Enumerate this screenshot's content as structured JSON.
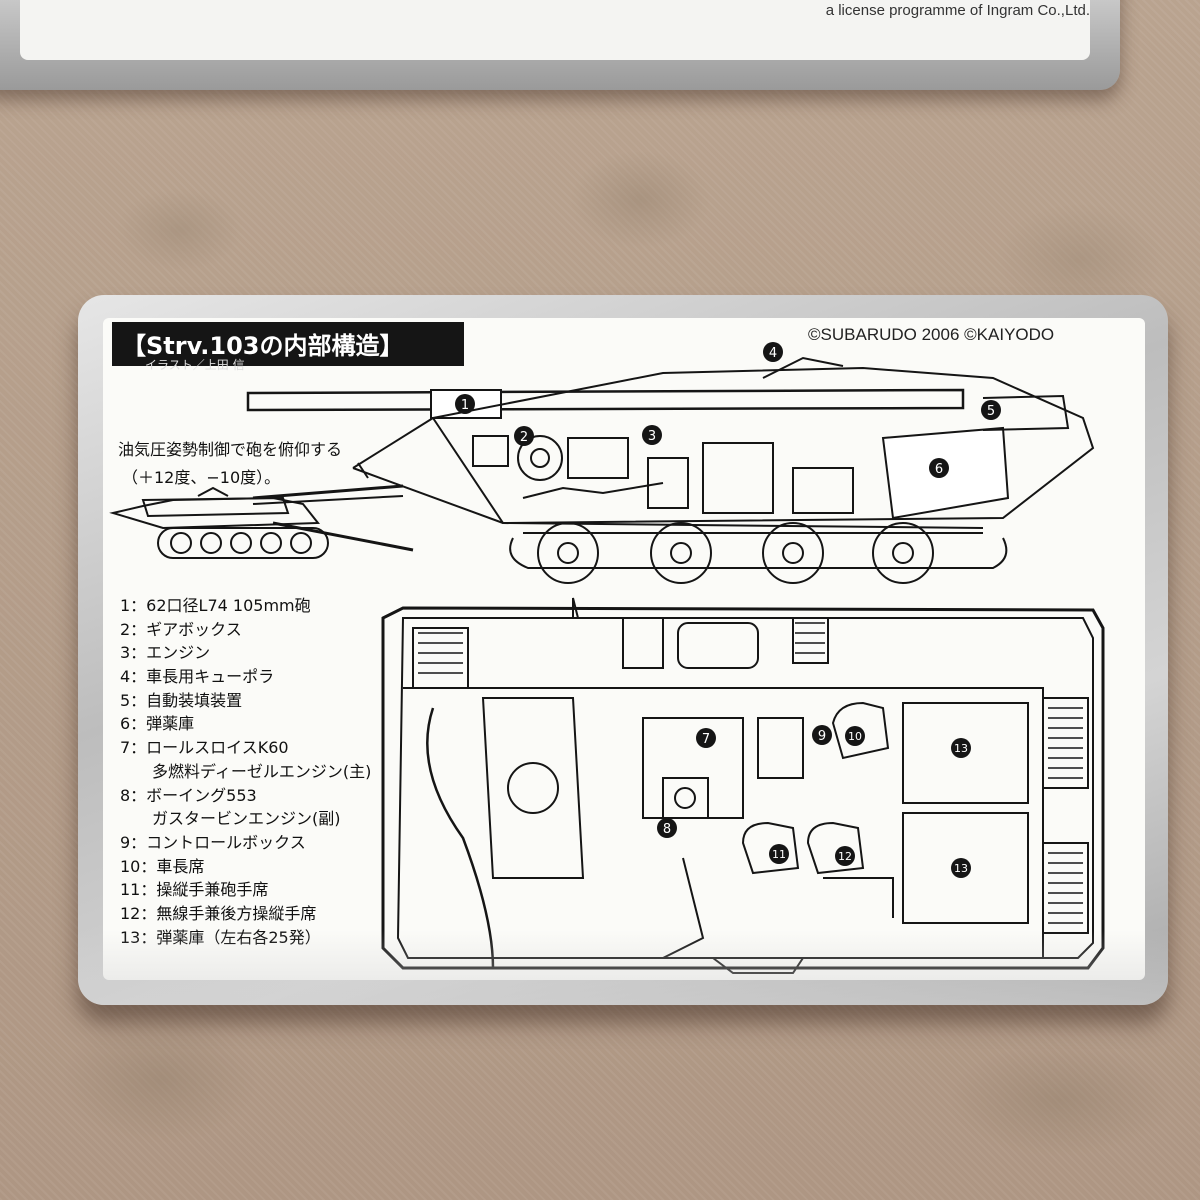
{
  "top_box": {
    "text": "a license programme of Ingram Co.,Ltd."
  },
  "card": {
    "title": "【Strv.103の内部構造】",
    "subtitle": "イラスト／上田 信",
    "copyright": "©SUBARUDO 2006 ©KAIYODO",
    "caption_line1": "油気圧姿勢制御で砲を俯仰する",
    "caption_line2": "（＋12度、−10度）。",
    "legend": [
      "1：62口径L74 105mm砲",
      "2：ギアボックス",
      "3：エンジン",
      "4：車長用キューポラ",
      "5：自動装填装置",
      "6：弾薬庫",
      "7：ロールスロイスK60",
      "多燃料ディーゼルエンジン(主)",
      "8：ボーイング553",
      "ガスタービンエンジン(副)",
      "9：コントロールボックス",
      "10：車長席",
      "11：操縦手兼砲手席",
      "12：無線手兼後方操縦手席",
      "13：弾薬庫（左右各25発）"
    ],
    "markers": [
      "1",
      "2",
      "3",
      "4",
      "5",
      "6",
      "7",
      "8",
      "9",
      "10",
      "11",
      "12",
      "13"
    ]
  },
  "colors": {
    "tin": "#c4c4c4",
    "card": "#fbfbf8",
    "ink": "#151515",
    "cloth": "#b39c88"
  }
}
